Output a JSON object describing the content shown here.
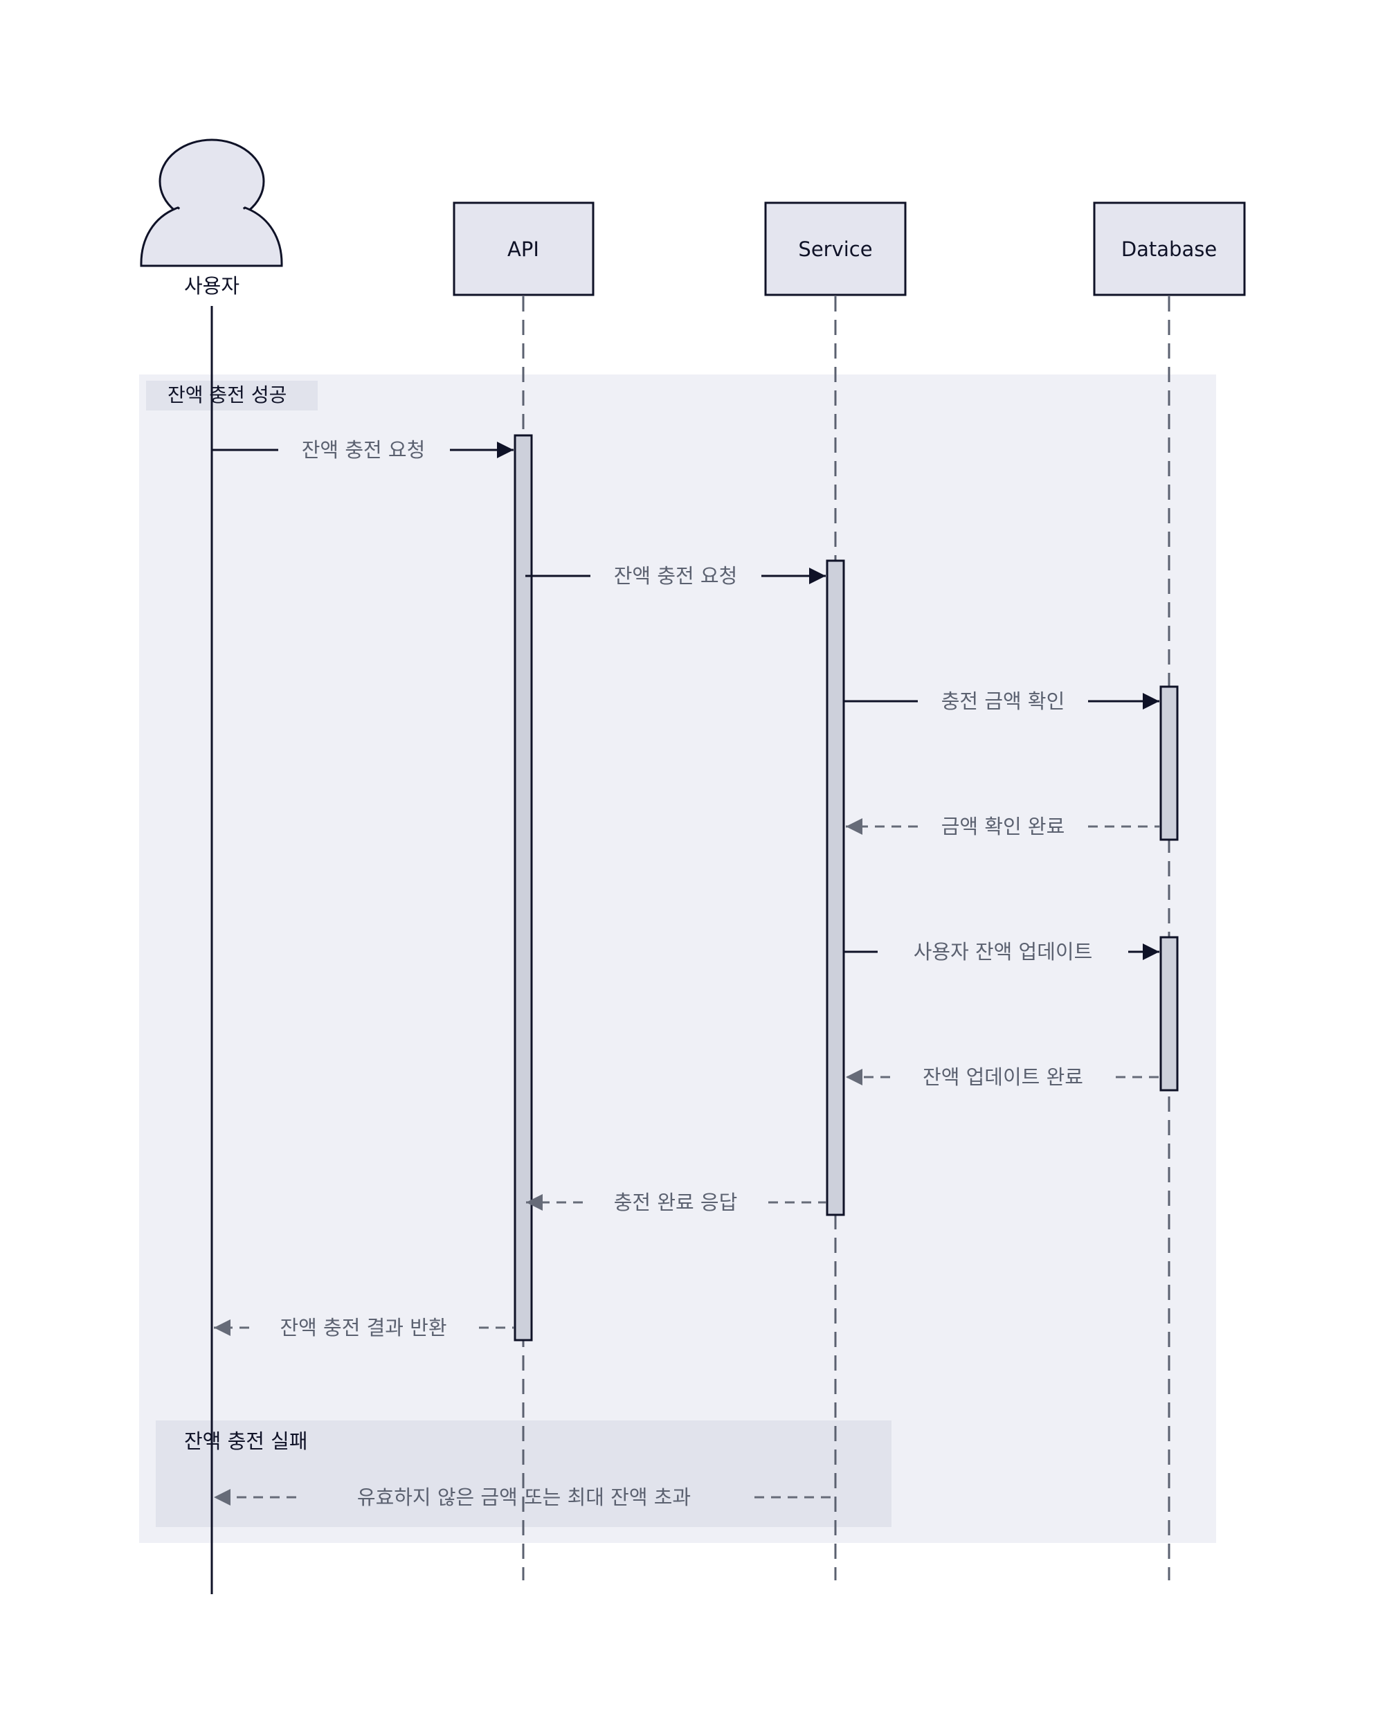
{
  "actors": {
    "user": "사용자",
    "api": "API",
    "service": "Service",
    "database": "Database"
  },
  "groups": {
    "success": "잔액 충전 성공",
    "failure": "잔액 충전 실패"
  },
  "messages": {
    "m1": "잔액 충전 요청",
    "m2": "잔액 충전 요청",
    "m3": "충전 금액 확인",
    "m4": "금액 확인 완료",
    "m5": "사용자 잔액 업데이트",
    "m6": "잔액 업데이트 완료",
    "m7": "충전 완료 응답",
    "m8": "잔액 충전 결과 반환",
    "m9": "유효하지 않은 금액 또는 최대 잔액 초과"
  },
  "colors": {
    "box_fill": "#e4e5ef",
    "stroke": "#0f1227",
    "group_fill": "#eff0f6",
    "inner_group_fill": "#e1e3ec",
    "label_bg": "#e1e3ec",
    "activation_fill": "#cdd0db",
    "message_text": "#5b6170",
    "return_arrow": "#666b78"
  }
}
